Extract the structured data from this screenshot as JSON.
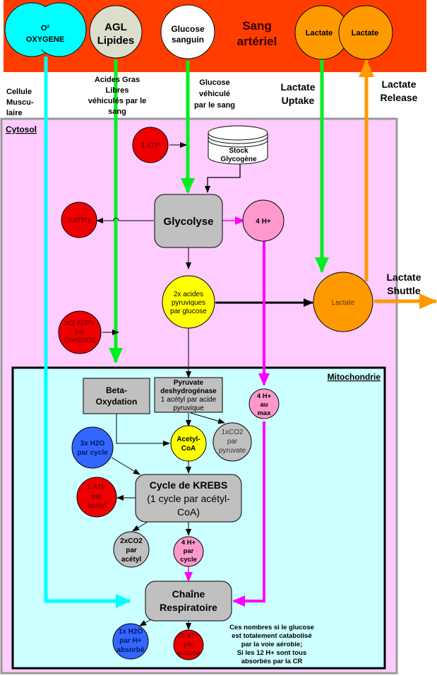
{
  "blood": {
    "title_lines": [
      "Sang",
      "artériel"
    ],
    "oxygen_lines": [
      "O²",
      "OXYGENE"
    ],
    "agl_lines": [
      "AGL",
      "Lipides"
    ],
    "glucose_lines": [
      "Glucose",
      "sanguin"
    ],
    "lactate_left": "Lactate",
    "lactate_right": "Lactate"
  },
  "labels": {
    "cellule_lines": [
      "Cellule",
      "Muscu-",
      "laire"
    ],
    "acides_gras_lines": [
      "Acides Gras",
      "Libres",
      "véhiculés par le",
      "sang"
    ],
    "glucose_vehicule_lines": [
      "Glucose",
      "véhiculé",
      "par le sang"
    ],
    "lactate_uptake_lines": [
      "Lactate",
      "Uptake"
    ],
    "lactate_release_lines": [
      "Lactate",
      "Release"
    ],
    "lactate_shuttle_lines": [
      "Lactate",
      "Shuttle"
    ]
  },
  "cytosol": {
    "title": "Cytosol",
    "atp1": "1 ATP",
    "stock_lines": [
      "Stock",
      "Glycogène"
    ],
    "atp3": "3 ATP's",
    "glycolyse": "Glycolyse",
    "h4": "4 H+",
    "pyruvic_lines": [
      "2x acides",
      "pyruviques",
      "par glucose"
    ],
    "lactate": "Lactate",
    "natp_lines": [
      "n/2 ATP's",
      "par",
      "CnH2nO2"
    ]
  },
  "mito": {
    "title": "Mitochondrie",
    "beta_lines": [
      "Beta-",
      "Oxydation"
    ],
    "pdh_lines_bold": [
      "Pyruvate",
      "deshydrogénase"
    ],
    "pdh_lines": [
      "1 acétyl par acide",
      "pyruvique"
    ],
    "h4max_lines": [
      "4 H+",
      "au",
      "max"
    ],
    "h2o3_lines": [
      "3x H2O",
      "par cycle"
    ],
    "acetyl_lines": [
      "Acetyl-",
      "CoA"
    ],
    "co2_1_lines": [
      "1xCO2",
      "par",
      "pyruvate"
    ],
    "krebs_title": "Cycle de KREBS",
    "krebs_lines": [
      "(1 cycle par acétyl-",
      "CoA)"
    ],
    "atp1_acetyl_lines": [
      "1 ATP",
      "par",
      "acétyl"
    ],
    "co2_2_lines": [
      "2xCO2",
      "par",
      "acétyl"
    ],
    "h4cycle_lines": [
      "4 H+",
      "par",
      "cycle"
    ],
    "chaine_lines": [
      "Chaîne",
      "Respiratoire"
    ],
    "h2o1_lines": [
      "1x H2O",
      "par H+",
      "absorbé"
    ],
    "atp31_lines": [
      "31 ATP",
      "par",
      "glucose"
    ],
    "note_lines": [
      "Ces nombres si le glucose",
      "est totalement catabolisé",
      "par la voie aérobie;",
      "Si les 12 H+ sont tous",
      "absorbés par la CR"
    ]
  },
  "colors": {
    "blood": "#ff3d00",
    "cytosol": "#ffccff",
    "mito": "#ccffff",
    "oxygen": "#00ffff",
    "green": "#00ee22",
    "orange": "#ff9900",
    "magenta": "#ff00ff",
    "atp_red": "#ee0000",
    "pink": "#ff99cc",
    "gray": "#c0c0c0",
    "yellow": "#ffff00",
    "blue": "#3366ff",
    "lipid": "#ddddcc"
  }
}
